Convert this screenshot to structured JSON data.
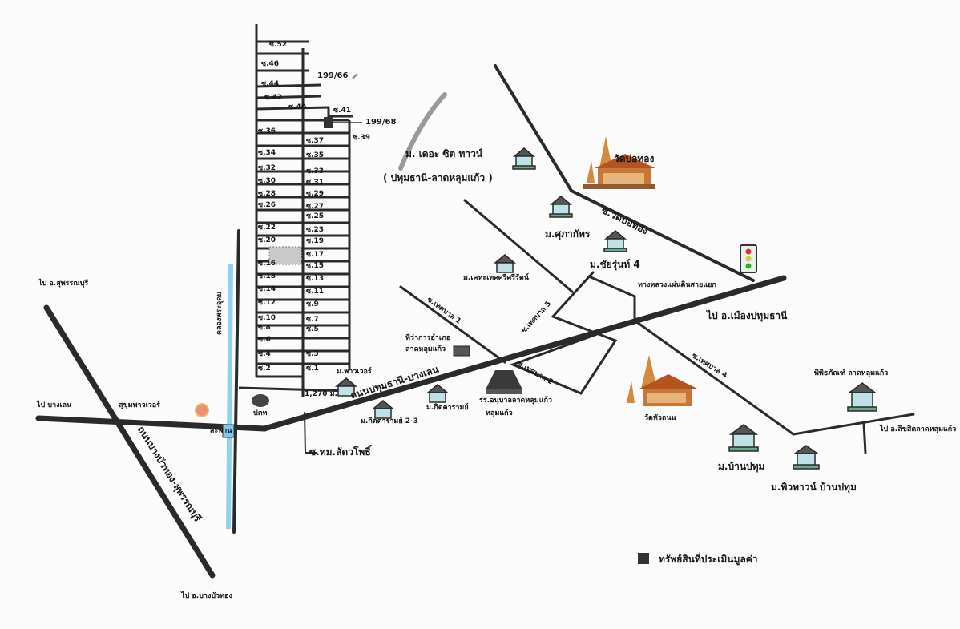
{
  "labels": {
    "soi_left": [
      "ซ.36",
      "ซ.34",
      "ซ.32",
      "ซ.30",
      "ซ.28",
      "ซ.26",
      "ซ.22",
      "ซ.20",
      "ซ.16",
      "ซ.18",
      "ซ.14",
      "ซ.12",
      "ซ.10",
      "ซ.8",
      "ซ.6",
      "ซ.4",
      "ซ.2"
    ],
    "soi_right": [
      "ซ.37",
      "ซ.35",
      "ซ.33",
      "ซ.31",
      "ซ.29",
      "ซ.27",
      "ซ.25",
      "ซ.23",
      "ซ.19",
      "ซ.17",
      "ซ.15",
      "ซ.13",
      "ซ.11",
      "ซ.9",
      "ซ.7",
      "ซ.5",
      "ซ.3",
      "ซ.1"
    ],
    "soi_top": [
      "ซ.52",
      "ซ.46",
      "ซ.44",
      "ซ.42",
      "ซ.40",
      "ซ.41",
      "ซ.39"
    ],
    "house_a": "199/66",
    "house_b": "199/68",
    "distance": "1,270 ม.",
    "village_city": "ม. เดอะ ซิต ทาวน์",
    "village_city_sub": "( ปทุมธานี-ลาดหลุมแก้ว )",
    "wat_botong": "วัดบ่อทอง",
    "road_wat_botong": "ซ.วัดบ่อทอง",
    "village_supakorn": "ม.ศุภากัทร",
    "village_chalernchai": "ม.ชัยรุ่นท์ 4",
    "village_small": "ม.เคหะเทศศรีศรีรัตน์",
    "soi_tessaban_1": "ซ.เทศบาล 1",
    "soi_tessaban_5": "ซ.เทศบาล 5",
    "soi_tessaban_2": "ซ.เทศบาล 2",
    "soi_tessaban_4": "ซ.เทศบาล 4",
    "district_office": "ที่ว่าการอำเภอ",
    "district_office_sub": "ลาดหลุมแก้ว",
    "main_road": "ถนนปทุมธานี-บางเลน",
    "to_pathum": "ไป อ.เมืองปทุมธานี",
    "to_suphan": "ไป อ.สุพรรณบุรี",
    "to_banglen": "ไป บางเลน",
    "to_bangbuathong": "ไป อ.บางบัวทอง",
    "to_right": "ไป อ.ลิขสิตลาดหลุมแก้ว",
    "ptt": "ปตท",
    "junction": "สุขุมพาวเวอร์",
    "highway_vertical": "ถนนบางบัวทอง-สุพรรณบุรี",
    "canal": "คลองพระอุดม",
    "bridge": "สะพาน",
    "village_kittiwan": "ม.กิตตารามย์",
    "village_kittiwan_23": "ม.กิตตารามย์ 2-3",
    "village_powertown": "ม.พาวเวอร์",
    "school": "รร.อนุบาลลาดหลุมแก้ว",
    "school_sub": "หลุมแก้ว",
    "wat_hua_tanon": "วัดหัวถนน",
    "soi_bottom": "ซ.ทม.ลัดวโพธิ์",
    "museum": "พิพิธภัณฑ์ ลาดหลุมแก้ว",
    "village_ban_pathum": "ม.บ้านปทุม",
    "village_grand_pathum": "ม.พิวทาวน์ บ้านปทุม",
    "police_road": "ทางหลวงแผ่นดินสายแยก",
    "legend": "ทรัพย์สินที่ประเมินมูลค่า"
  },
  "colors": {
    "road": "#2a2a2a",
    "canal": "#8fd1ee",
    "gas_station": "#ef9070",
    "temple": "#d48a3c",
    "legend_box": "#333333"
  },
  "icons": [
    "temple-icon",
    "house-icon",
    "traffic-light-icon",
    "gas-station-icon",
    "subject-property-icon"
  ]
}
